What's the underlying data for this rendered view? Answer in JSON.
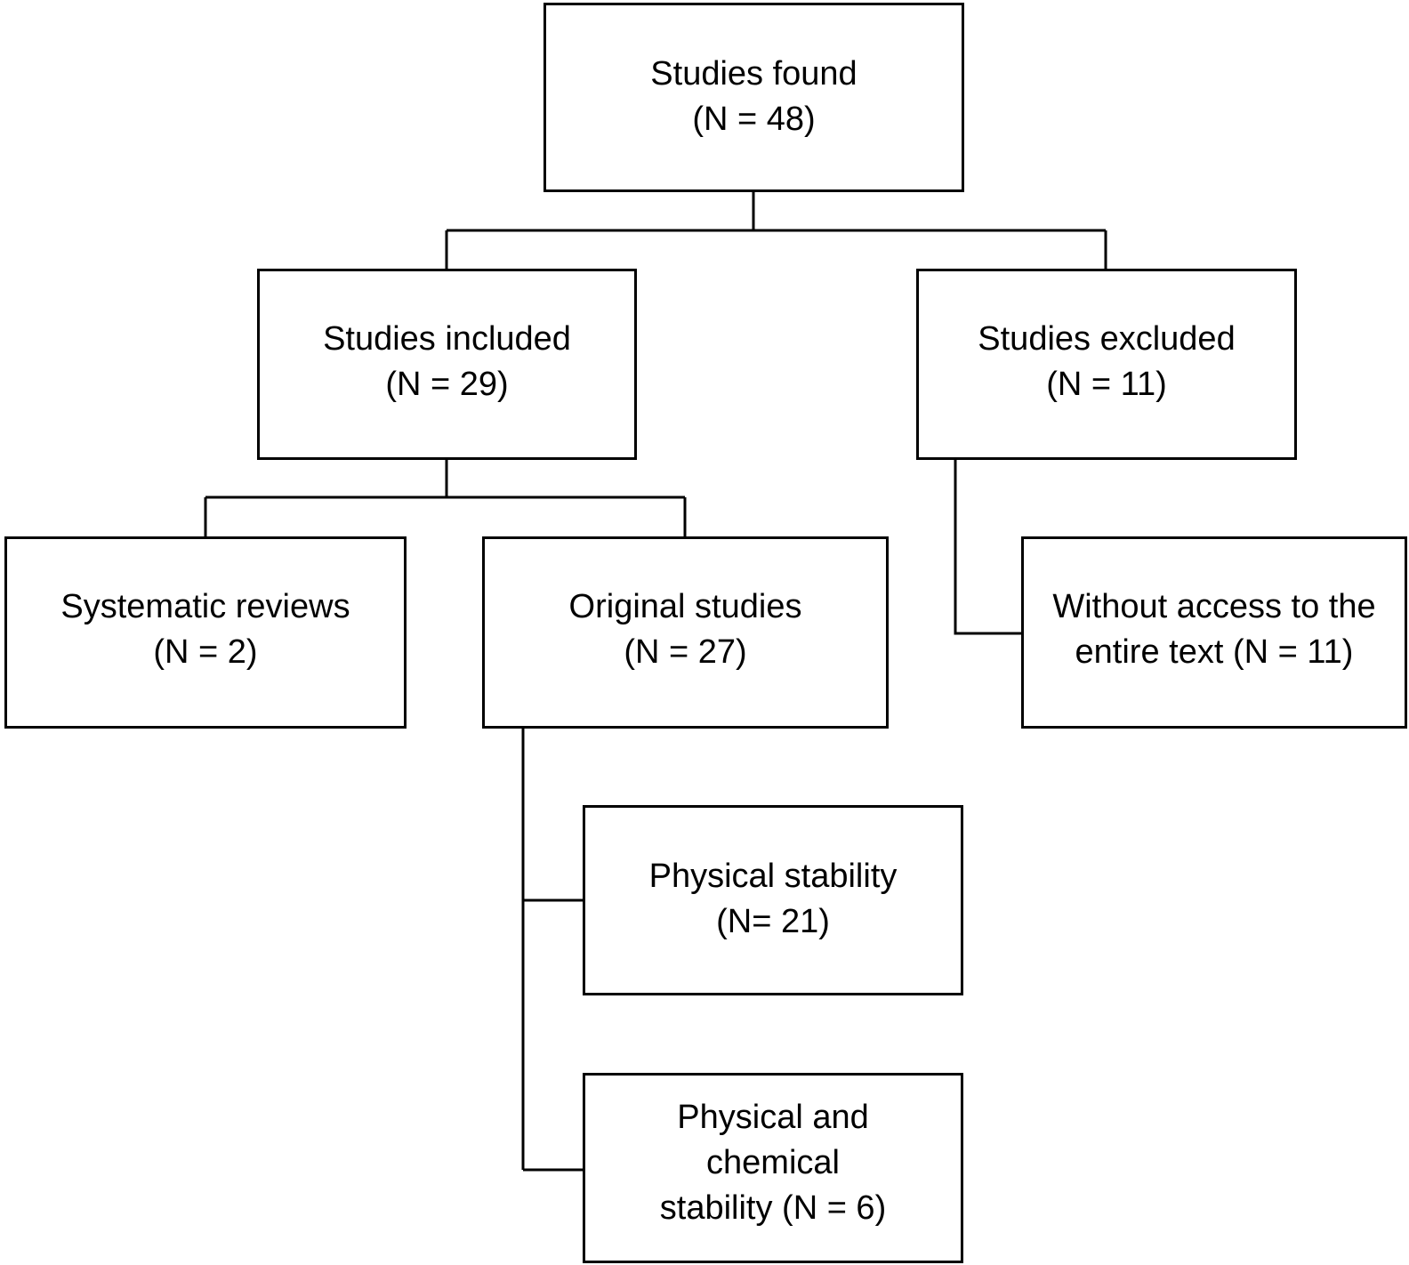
{
  "colors": {
    "stroke": "#000000",
    "background": "#ffffff"
  },
  "boxes": {
    "found": {
      "line1": "Studies found",
      "line2": "(N = 48)"
    },
    "included": {
      "line1": "Studies included",
      "line2": "(N = 29)"
    },
    "excluded": {
      "line1": "Studies excluded",
      "line2": "(N = 11)"
    },
    "systematic_reviews": {
      "line1": "Systematic reviews",
      "line2": "(N = 2)"
    },
    "original_studies": {
      "line1": "Original studies",
      "line2": "(N = 27)"
    },
    "without_access": {
      "line1": "Without access to the",
      "line2": "entire text (N = 11)"
    },
    "physical_stability": {
      "line1": "Physical stability",
      "line2": "(N= 21)"
    },
    "physical_chemical": {
      "line1": "Physical and",
      "line2": "chemical",
      "line3": "stability (N = 6)"
    }
  }
}
